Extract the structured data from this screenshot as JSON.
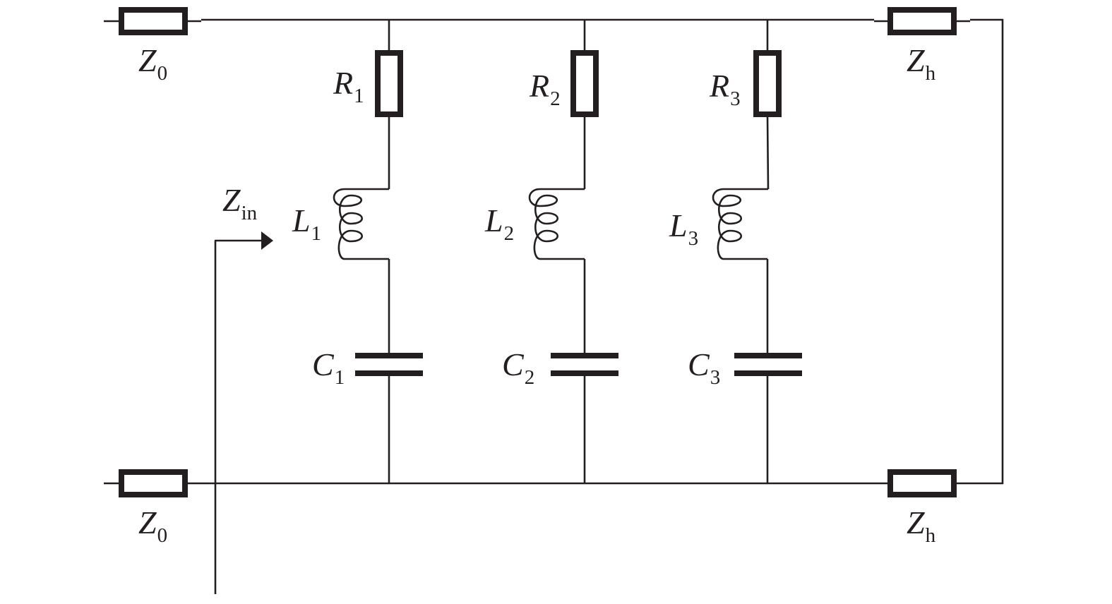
{
  "diagram": {
    "type": "circuit",
    "line_color": "#231f20",
    "background": "#ffffff",
    "labels": {
      "z0_top": {
        "main": "Z",
        "sub": "0"
      },
      "z0_bottom": {
        "main": "Z",
        "sub": "0"
      },
      "zh_top": {
        "main": "Z",
        "sub": "h"
      },
      "zh_bottom": {
        "main": "Z",
        "sub": "h"
      },
      "zin": {
        "main": "Z",
        "sub": "in"
      },
      "r1": {
        "main": "R",
        "sub": "1"
      },
      "r2": {
        "main": "R",
        "sub": "2"
      },
      "r3": {
        "main": "R",
        "sub": "3"
      },
      "l1": {
        "main": "L",
        "sub": "1"
      },
      "l2": {
        "main": "L",
        "sub": "2"
      },
      "l3": {
        "main": "L",
        "sub": "3"
      },
      "c1": {
        "main": "C",
        "sub": "1"
      },
      "c2": {
        "main": "C",
        "sub": "2"
      },
      "c3": {
        "main": "C",
        "sub": "3"
      }
    },
    "components": [
      {
        "id": "z0-top",
        "kind": "impedance"
      },
      {
        "id": "z0-bottom",
        "kind": "impedance"
      },
      {
        "id": "zh-top",
        "kind": "impedance"
      },
      {
        "id": "zh-bottom",
        "kind": "impedance"
      },
      {
        "id": "r1",
        "kind": "resistor"
      },
      {
        "id": "r2",
        "kind": "resistor"
      },
      {
        "id": "r3",
        "kind": "resistor"
      },
      {
        "id": "l1",
        "kind": "inductor"
      },
      {
        "id": "l2",
        "kind": "inductor"
      },
      {
        "id": "l3",
        "kind": "inductor"
      },
      {
        "id": "c1",
        "kind": "capacitor"
      },
      {
        "id": "c2",
        "kind": "capacitor"
      },
      {
        "id": "c3",
        "kind": "capacitor"
      }
    ]
  }
}
